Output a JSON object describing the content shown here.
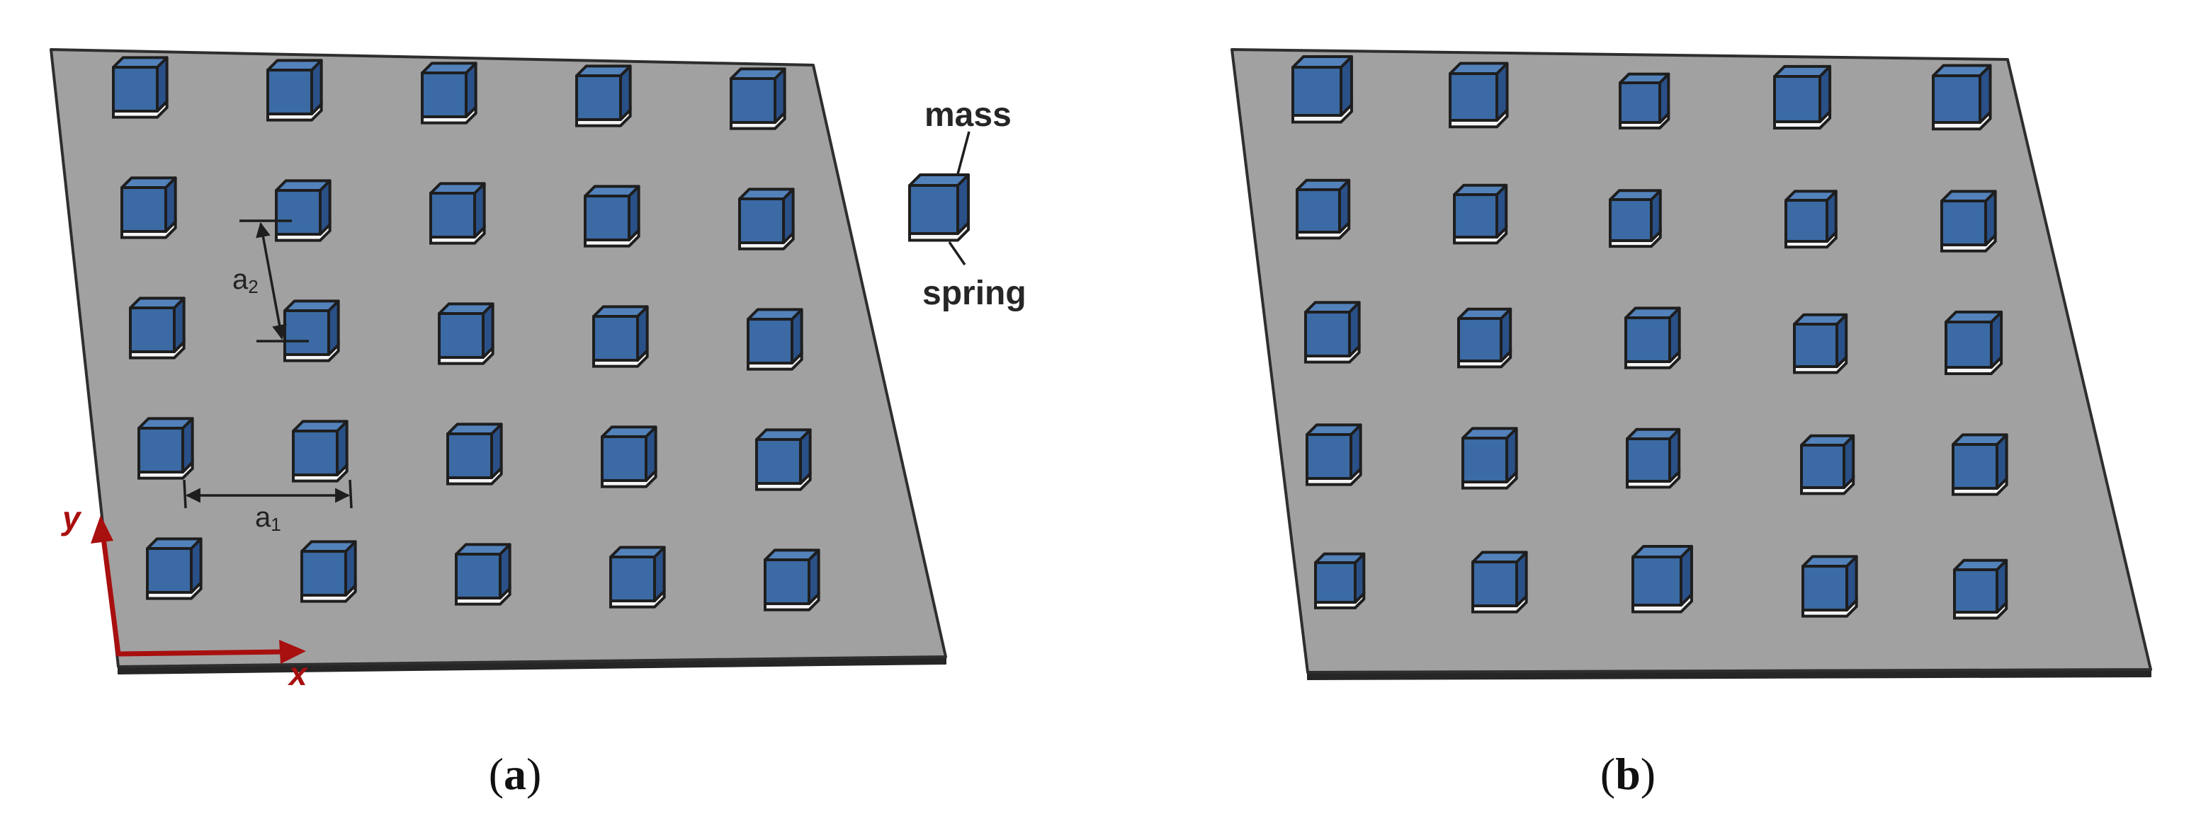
{
  "figure": {
    "panel_a": {
      "caption_open": "(",
      "caption_letter": "a",
      "caption_close": ")",
      "dimension_a1": "a",
      "dimension_a1_sub": "1",
      "dimension_a2": "a",
      "dimension_a2_sub": "2",
      "axis_x": "x",
      "axis_y": "y",
      "rows": 5,
      "cols": 5
    },
    "panel_b": {
      "caption_open": "(",
      "caption_letter": "b",
      "caption_close": ")",
      "rows": 5,
      "cols": 5
    },
    "legend": {
      "mass_label": "mass",
      "spring_label": "spring"
    },
    "colors": {
      "plate": "#a1a1a1",
      "mass": "#3b6aa4",
      "spring": "#f4f4f4",
      "axis": "#a80f0f"
    }
  }
}
